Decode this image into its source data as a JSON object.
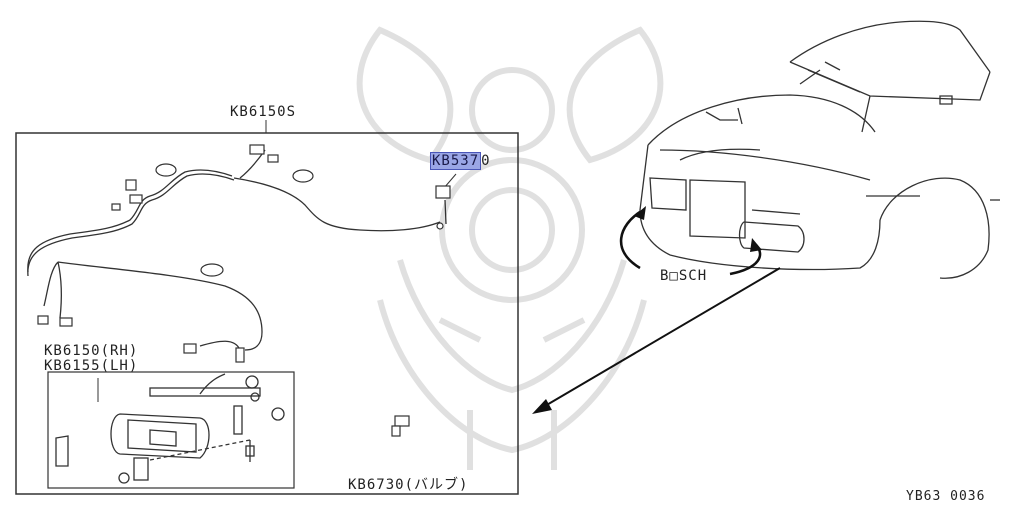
{
  "labels": {
    "harness": "KB6150S",
    "part_highlighted": "KB537",
    "part_highlighted_suffix": "0",
    "lamp_rh": "KB6150(RH)",
    "lamp_lh": "KB6155(LH)",
    "bulb": "KB6730(バルブ)",
    "bosch": "B□SCH",
    "figure_code": "YB63 0036"
  },
  "colors": {
    "line": "#333333",
    "highlight_fill": "#9aa6e6",
    "highlight_border": "#4a56b8",
    "watermark": "#d4d4d4"
  }
}
